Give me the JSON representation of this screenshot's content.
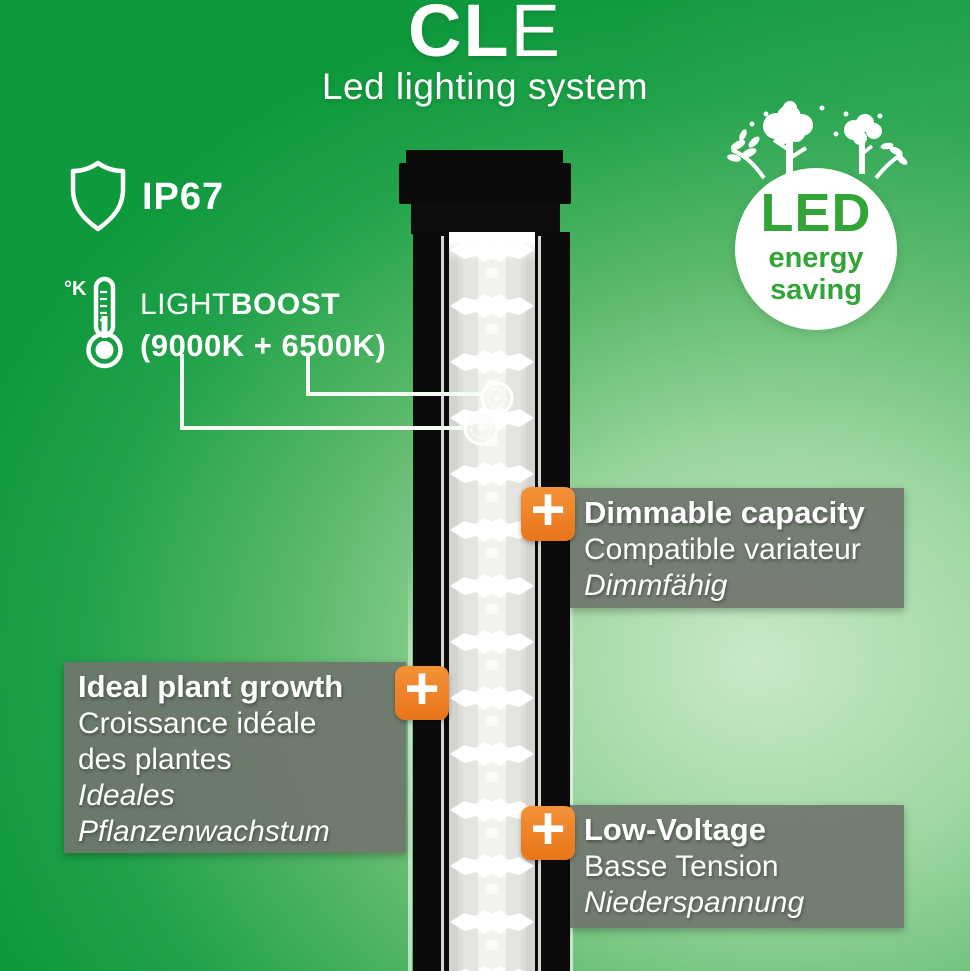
{
  "title": {
    "brand_bold": "CL",
    "brand_light": "E",
    "subtitle": "Led lighting system"
  },
  "features": {
    "ip67": {
      "label": "IP67"
    },
    "lightboost": {
      "unit": "°K",
      "word_light": "LIGHT",
      "word_boost": "BOOST",
      "kelvin_range": "(9000K + 6500K)"
    },
    "led_energy_saving": {
      "title": "LED",
      "line1": "energy",
      "line2": "saving"
    }
  },
  "callouts": {
    "dimmable": {
      "title": "Dimmable capacity",
      "french": "Compatible variateur",
      "german": "Dimmfähig"
    },
    "plant_growth": {
      "title": "Ideal plant growth",
      "french_line1": "Croissance idéale",
      "french_line2": "des plantes",
      "german_line1": "Ideales",
      "german_line2": "Pflanzenwachstum"
    },
    "low_voltage": {
      "title": "Low-Voltage",
      "french": "Basse Tension",
      "german": "Niederspannung"
    }
  },
  "icons": {
    "plus_glyph": "+"
  },
  "colors": {
    "background_green": "#0f993d",
    "background_mint": "#c6e8c6",
    "accent_orange": "#ee7d24",
    "badge_green": "#33a437",
    "callout_gray": "#70756e",
    "lamp_black": "#0b0b0b"
  }
}
